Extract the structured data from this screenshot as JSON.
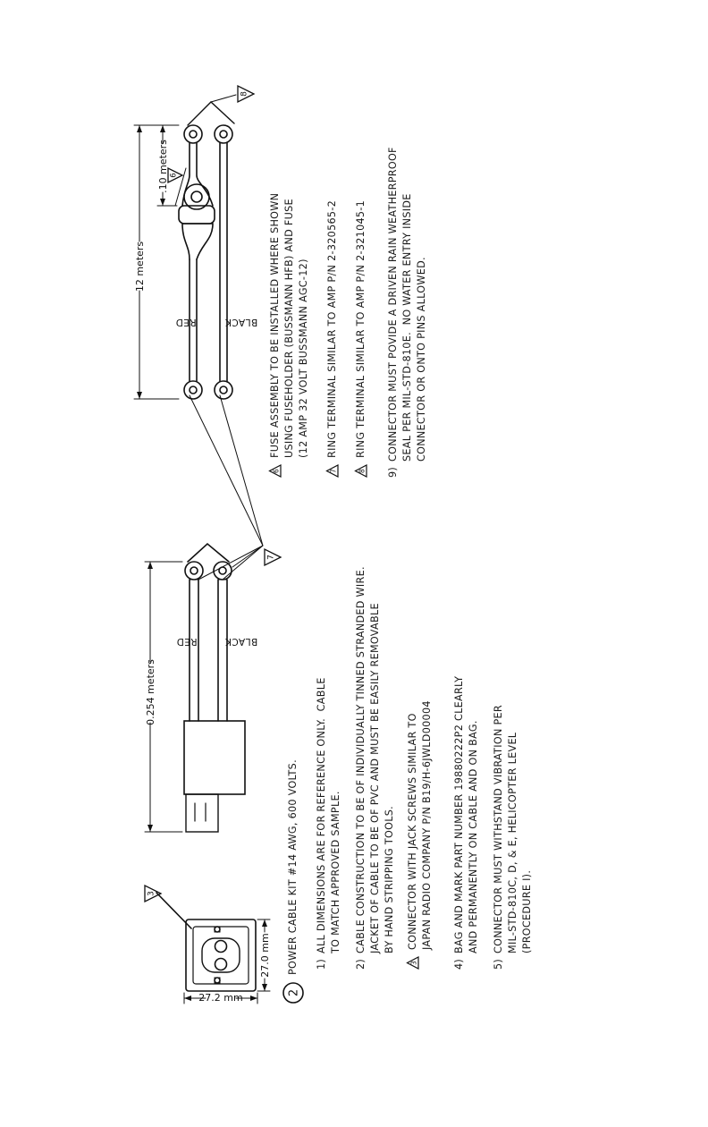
{
  "callout_number": "2",
  "title": "POWER CABLE KIT #14 AWG, 600 VOLTS.",
  "dimensions": {
    "connector_height": "27.2  mm",
    "connector_width": "27.0  mm",
    "short_lead": "0.254 meters",
    "long_lead": "12 meters",
    "fuse_offset": ".10 meters"
  },
  "wires": {
    "red": "RED",
    "black": "BLACK"
  },
  "flags": {
    "f3": "3",
    "f7": "7",
    "f6": "6",
    "f8": "8"
  },
  "notes_left": [
    {
      "num": "1)",
      "lines": [
        "ALL DIMENSIONS ARE FOR REFERENCE ONLY.  CABLE",
        "TO MATCH APPROVED SAMPLE."
      ]
    },
    {
      "num": "2)",
      "lines": [
        "CABLE CONSTRUCTION TO BE OF INDIVIDUALLY TINNED STRANDED WIRE.",
        "JACKET OF CABLE TO BE OF PVC AND MUST BE EASILY REMOVABLE",
        "BY HAND STRIPPING TOOLS."
      ]
    },
    {
      "num": "3",
      "lines": [
        "CONNECTOR WITH JACK SCREWS SIMILAR TO",
        "JAPAN RADIO COMPANY P/N B19/H-6JWLD00004"
      ]
    },
    {
      "num": "4)",
      "lines": [
        "BAG AND MARK PART NUMBER 19880222P2 CLEARLY",
        "AND PERMANENTLY ON CABLE AND ON BAG."
      ]
    },
    {
      "num": "5)",
      "lines": [
        "CONNECTOR MUST WITHSTAND VIBRATION PER",
        "MIL-STD-810C, D, & E, HELICOPTER LEVEL",
        "(PROCEDURE I)."
      ]
    }
  ],
  "notes_right": [
    {
      "num": "6",
      "lines": [
        "FUSE ASSEMBLY TO BE INSTALLED WHERE SHOWN",
        "USING FUSEHOLDER (BUSSMANN HFB) AND FUSE",
        "(12 AMP 32 VOLT BUSSMANN AGC-12)"
      ]
    },
    {
      "num": "7",
      "lines": [
        "RING TERMINAL SIMILAR TO AMP P/N 2-320565-2"
      ]
    },
    {
      "num": "8",
      "lines": [
        "RING TERMINAL SIMILAR TO AMP P/N 2-321045-1"
      ]
    },
    {
      "num": "9)",
      "lines": [
        "CONNECTOR MUST POVIDE A DRIVEN RAIN WEATHERPROOF",
        "SEAL PER MIL-STD-810E.  NO WATER ENTRY INSIDE",
        "CONNECTOR OR ONTO PINS ALLOWED."
      ]
    }
  ]
}
